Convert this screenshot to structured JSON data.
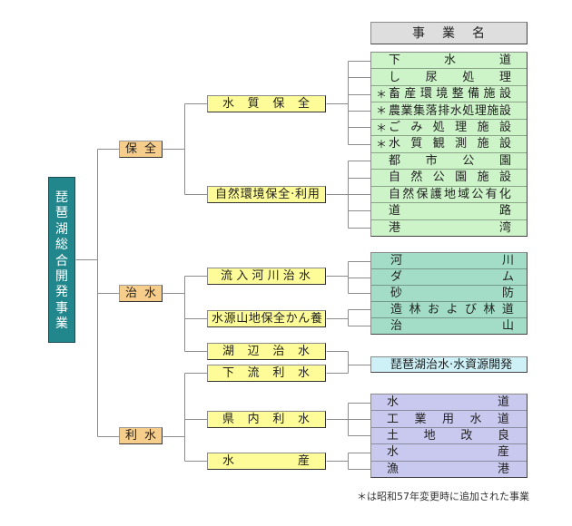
{
  "colors": {
    "root": "#22878c",
    "category": "#f7cd8b",
    "program": "#fdfc98",
    "header": "#dedede",
    "conservation_projects": "#cdf3c9",
    "flood_control_projects": "#a3ddc7",
    "joint_project": "#cdf1f7",
    "water_use_projects": "#c9c9ef",
    "connector": "#8c8c8c"
  },
  "header": {
    "label": "事業名"
  },
  "root": {
    "label": "琵琶湖総合開発事業"
  },
  "categories": [
    {
      "label": "保全",
      "programs": [
        {
          "label": "水質保全",
          "projects": [
            {
              "name": "下水道"
            },
            {
              "name": "し尿処理"
            },
            {
              "mark": "＊",
              "name": "畜産環境整備施設"
            },
            {
              "mark": "＊",
              "name": "農業集落排水処理施設"
            },
            {
              "mark": "＊",
              "name": "ごみ処理施設"
            },
            {
              "mark": "＊",
              "name": "水質観測施設"
            }
          ]
        },
        {
          "label": "自然環境保全·利用",
          "projects": [
            {
              "name": "都市公園"
            },
            {
              "name": "自然公園施設"
            },
            {
              "name": "自然保護地域公有化"
            },
            {
              "name": "道路"
            },
            {
              "name": "港湾"
            }
          ]
        }
      ]
    },
    {
      "label": "治水",
      "programs": [
        {
          "label": "流入河川治水",
          "projects": [
            {
              "name": "河川"
            },
            {
              "name": "ダム"
            },
            {
              "name": "砂防"
            }
          ]
        },
        {
          "label": "水源山地保全かん養",
          "projects": [
            {
              "name": "造林および林道"
            },
            {
              "name": "治山"
            }
          ]
        },
        {
          "label": "湖辺治水"
        }
      ]
    },
    {
      "label": "利水",
      "programs": [
        {
          "label": "下流利水"
        },
        {
          "label": "県内利水",
          "projects": [
            {
              "name": "水道"
            },
            {
              "name": "工業用水道"
            },
            {
              "name": "土地改良"
            }
          ]
        },
        {
          "label": "水産",
          "projects": [
            {
              "name": "水産"
            },
            {
              "name": "漁港"
            }
          ]
        }
      ]
    }
  ],
  "joint_project": {
    "name": "琵琶湖治水·水資源開発",
    "linked_programs": [
      "湖辺治水",
      "下流利水"
    ]
  },
  "footnote": "＊は昭和57年変更時に追加された事業"
}
